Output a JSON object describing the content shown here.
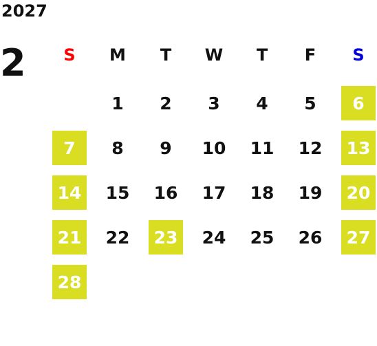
{
  "calendar": {
    "year": "2027",
    "month": "2",
    "weekday_headers": [
      "S",
      "M",
      "T",
      "W",
      "T",
      "F",
      "S"
    ],
    "colors": {
      "highlight_bg": "#d9de22",
      "sunday_header": "#ff0000",
      "saturday_header": "#0000dd",
      "text": "#111111"
    },
    "weeks": [
      [
        "",
        "1",
        "2",
        "3",
        "4",
        "5",
        "6"
      ],
      [
        "7",
        "8",
        "9",
        "10",
        "11",
        "12",
        "13"
      ],
      [
        "14",
        "15",
        "16",
        "17",
        "18",
        "19",
        "20"
      ],
      [
        "21",
        "22",
        "23",
        "24",
        "25",
        "26",
        "27"
      ],
      [
        "28",
        "",
        "",
        "",
        "",
        "",
        ""
      ]
    ],
    "highlighted_days": [
      "6",
      "7",
      "13",
      "14",
      "20",
      "21",
      "23",
      "27",
      "28"
    ]
  }
}
